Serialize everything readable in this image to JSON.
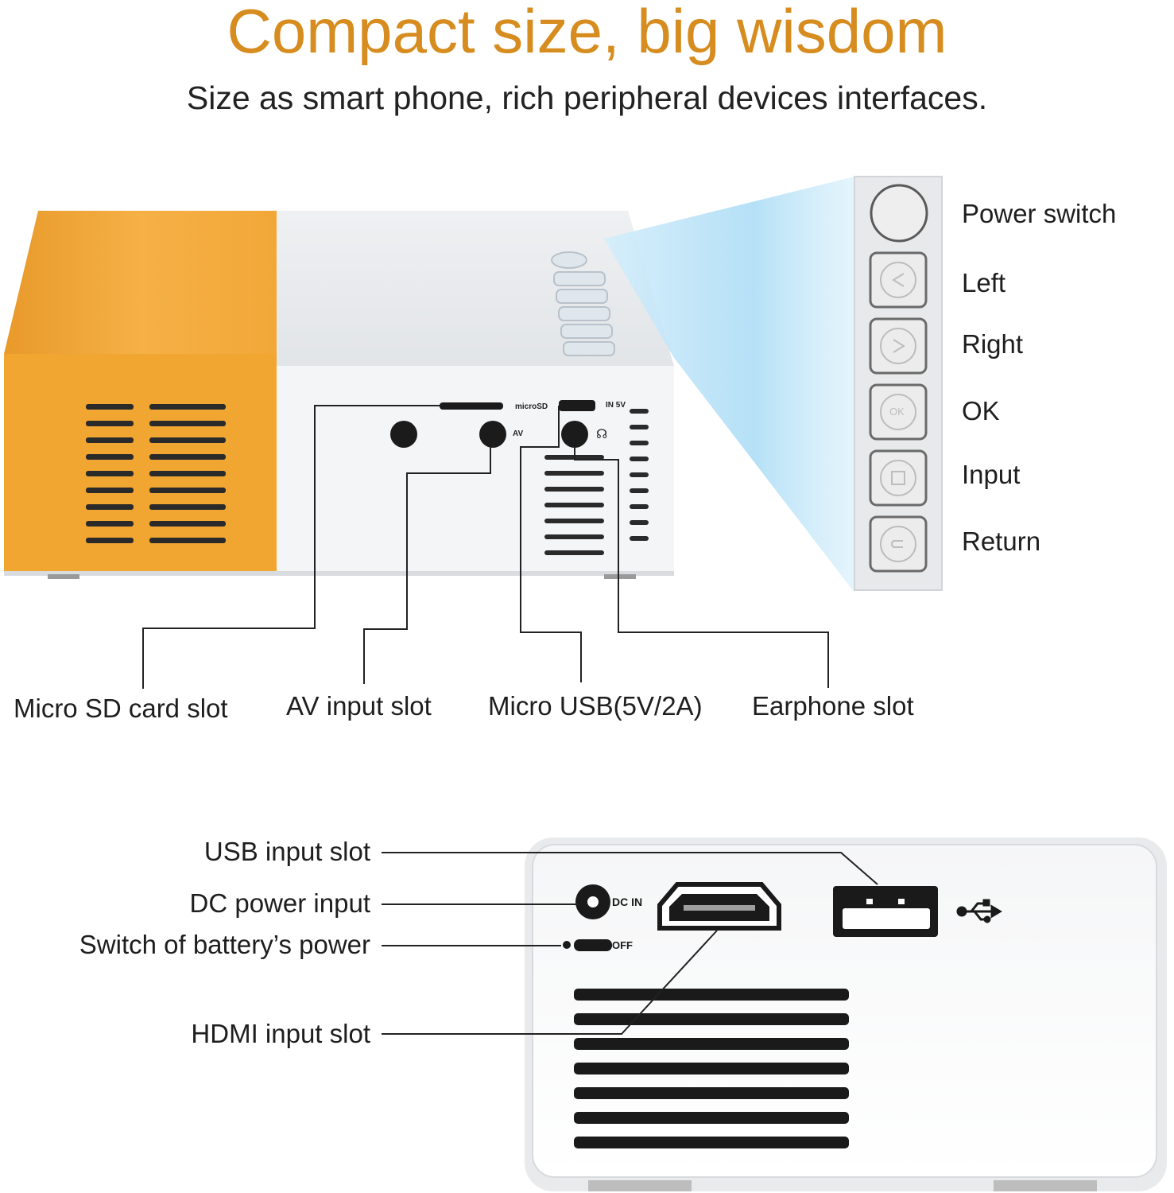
{
  "heading": {
    "title": "Compact size, big wisdom",
    "subtitle": "Size as smart phone, rich peripheral devices interfaces."
  },
  "device_markings": {
    "microsd": "microSD",
    "in5v": "IN 5V",
    "av": "AV",
    "dcin": "DC IN",
    "off": "OFF",
    "ok_button": "OK"
  },
  "buttons_panel": {
    "labels": [
      "Power switch",
      "Left",
      "Right",
      "OK",
      "Input",
      "Return"
    ]
  },
  "front_ports": {
    "labels": [
      "Micro SD card slot",
      "AV input slot",
      "Micro USB(5V/2A)",
      "Earphone slot"
    ]
  },
  "rear_ports": {
    "labels": [
      "USB input slot",
      "DC power input",
      "Switch of battery’s power",
      "HDMI input slot"
    ]
  },
  "colors": {
    "accent_orange": "#f3a93c",
    "title_orange": "#d68c1e",
    "body_white": "#eceff2",
    "beam_blue": "#bfe4f7"
  }
}
